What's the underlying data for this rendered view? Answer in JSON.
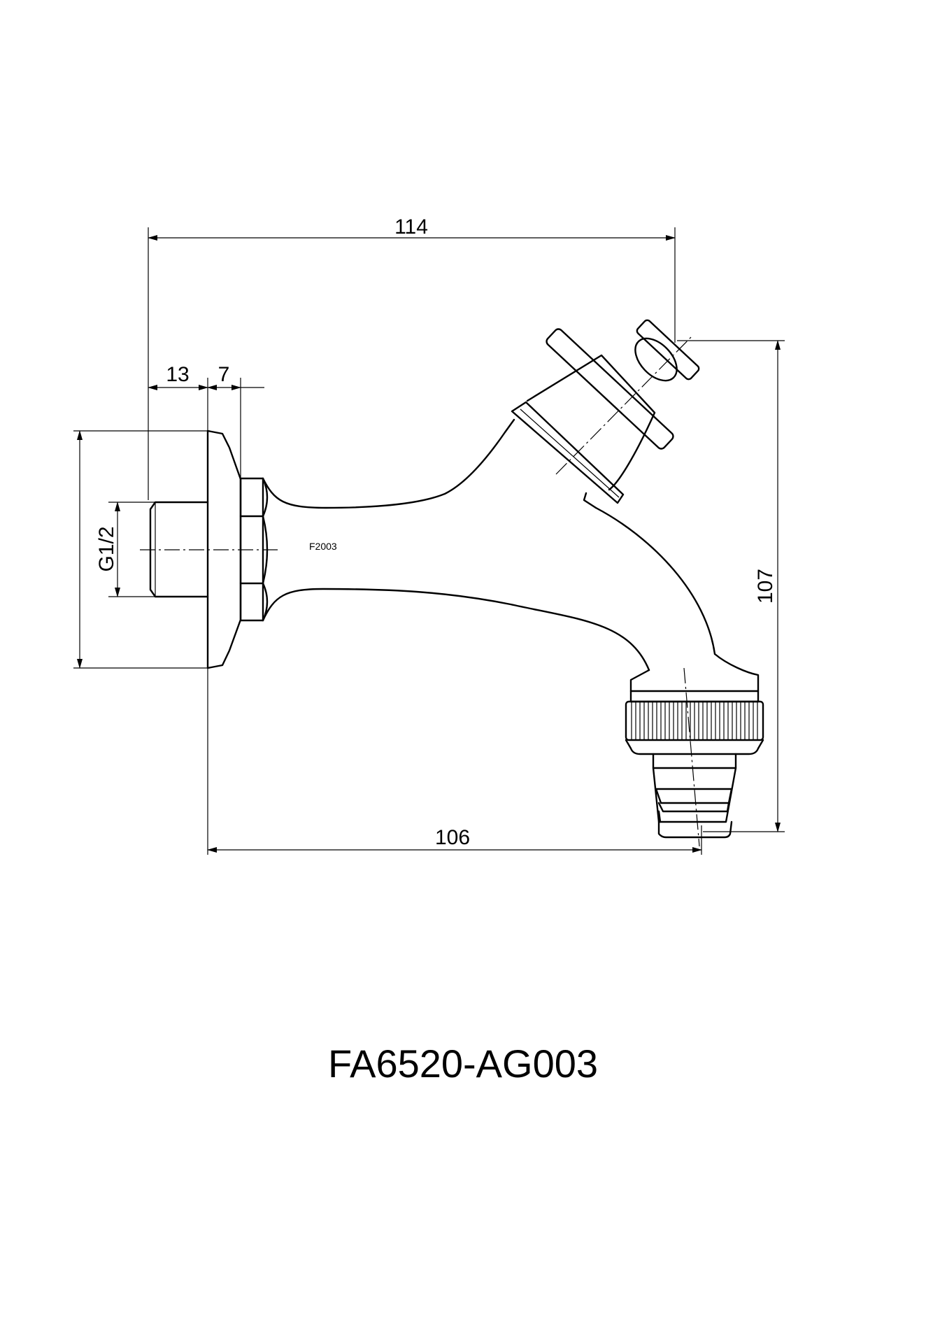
{
  "dimensions": {
    "overall_width": "114",
    "flange_width": "13",
    "nut_width": "7",
    "thread": "G1/2",
    "height": "107",
    "reach": "106"
  },
  "body_label": "F2003",
  "model_number": "FA6520-AG003"
}
